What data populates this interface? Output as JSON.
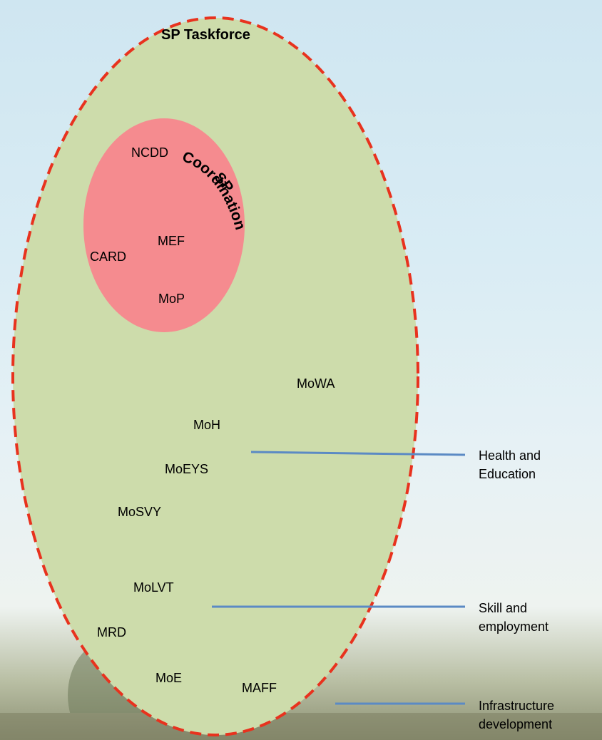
{
  "outer_group": {
    "title": "SP Taskforce",
    "fill": "#cddcab",
    "border": "#e8321e"
  },
  "inner_group": {
    "title": [
      "SP",
      "Coordination"
    ],
    "fill": "#f58b8f"
  },
  "inner_members": [
    "NCDD",
    "MEF",
    "CARD",
    "MoP"
  ],
  "outer_members": [
    "MoWA",
    "MoH",
    "MoEYS",
    "MoSVY",
    "MoLVT",
    "MRD",
    "MoE",
    "MAFF"
  ],
  "side_labels": [
    {
      "line1": "Health and",
      "line2": "Education"
    },
    {
      "line1": "Skill and",
      "line2": "employment"
    },
    {
      "line1": "Infrastructure",
      "line2": "development"
    }
  ],
  "connector_color": "#5b8ac4"
}
